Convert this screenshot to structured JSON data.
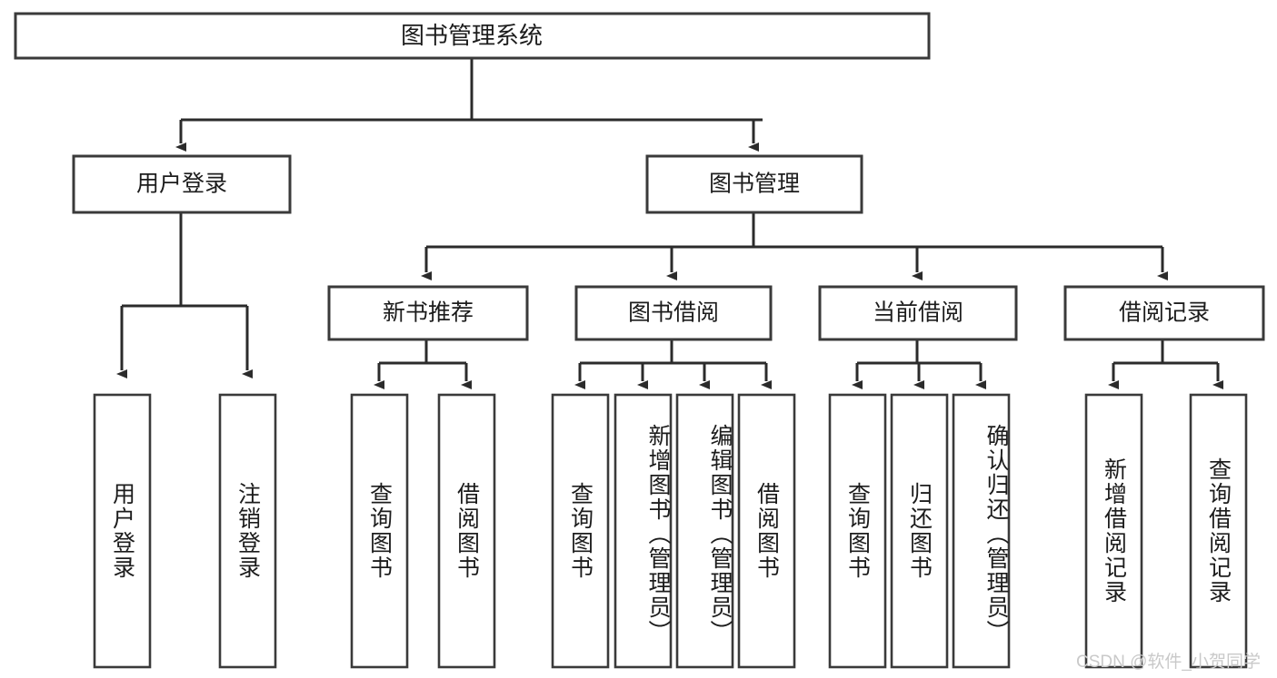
{
  "diagram": {
    "title": "图书管理系统",
    "type": "tree-hierarchy",
    "root": {
      "label": "图书管理系统"
    },
    "level2": [
      {
        "label": "用户登录"
      },
      {
        "label": "图书管理"
      }
    ],
    "level3": [
      {
        "label": "新书推荐"
      },
      {
        "label": "图书借阅"
      },
      {
        "label": "当前借阅"
      },
      {
        "label": "借阅记录"
      }
    ],
    "leaves": {
      "user_login": [
        {
          "label": "用户登录"
        },
        {
          "label": "注销登录"
        }
      ],
      "new_book_recommend": [
        {
          "label": "查询图书"
        },
        {
          "label": "借阅图书"
        }
      ],
      "book_borrow": [
        {
          "label": "查询图书"
        },
        {
          "label": "新增图书（管理员）"
        },
        {
          "label": "编辑图书（管理员）"
        },
        {
          "label": "借阅图书"
        }
      ],
      "current_borrow": [
        {
          "label": "查询图书"
        },
        {
          "label": "归还图书"
        },
        {
          "label": "确认归还（管理员）"
        }
      ],
      "borrow_records": [
        {
          "label": "新增借阅记录"
        },
        {
          "label": "查询借阅记录"
        }
      ]
    }
  },
  "watermark": {
    "text": "CSDN @软件_小贺同学"
  },
  "colors": {
    "background": "#ffffff",
    "box_stroke": "#3a3a3a",
    "connector": "#2b2b2b",
    "text": "#1c1c1c",
    "watermark": "#c9c9c9"
  }
}
